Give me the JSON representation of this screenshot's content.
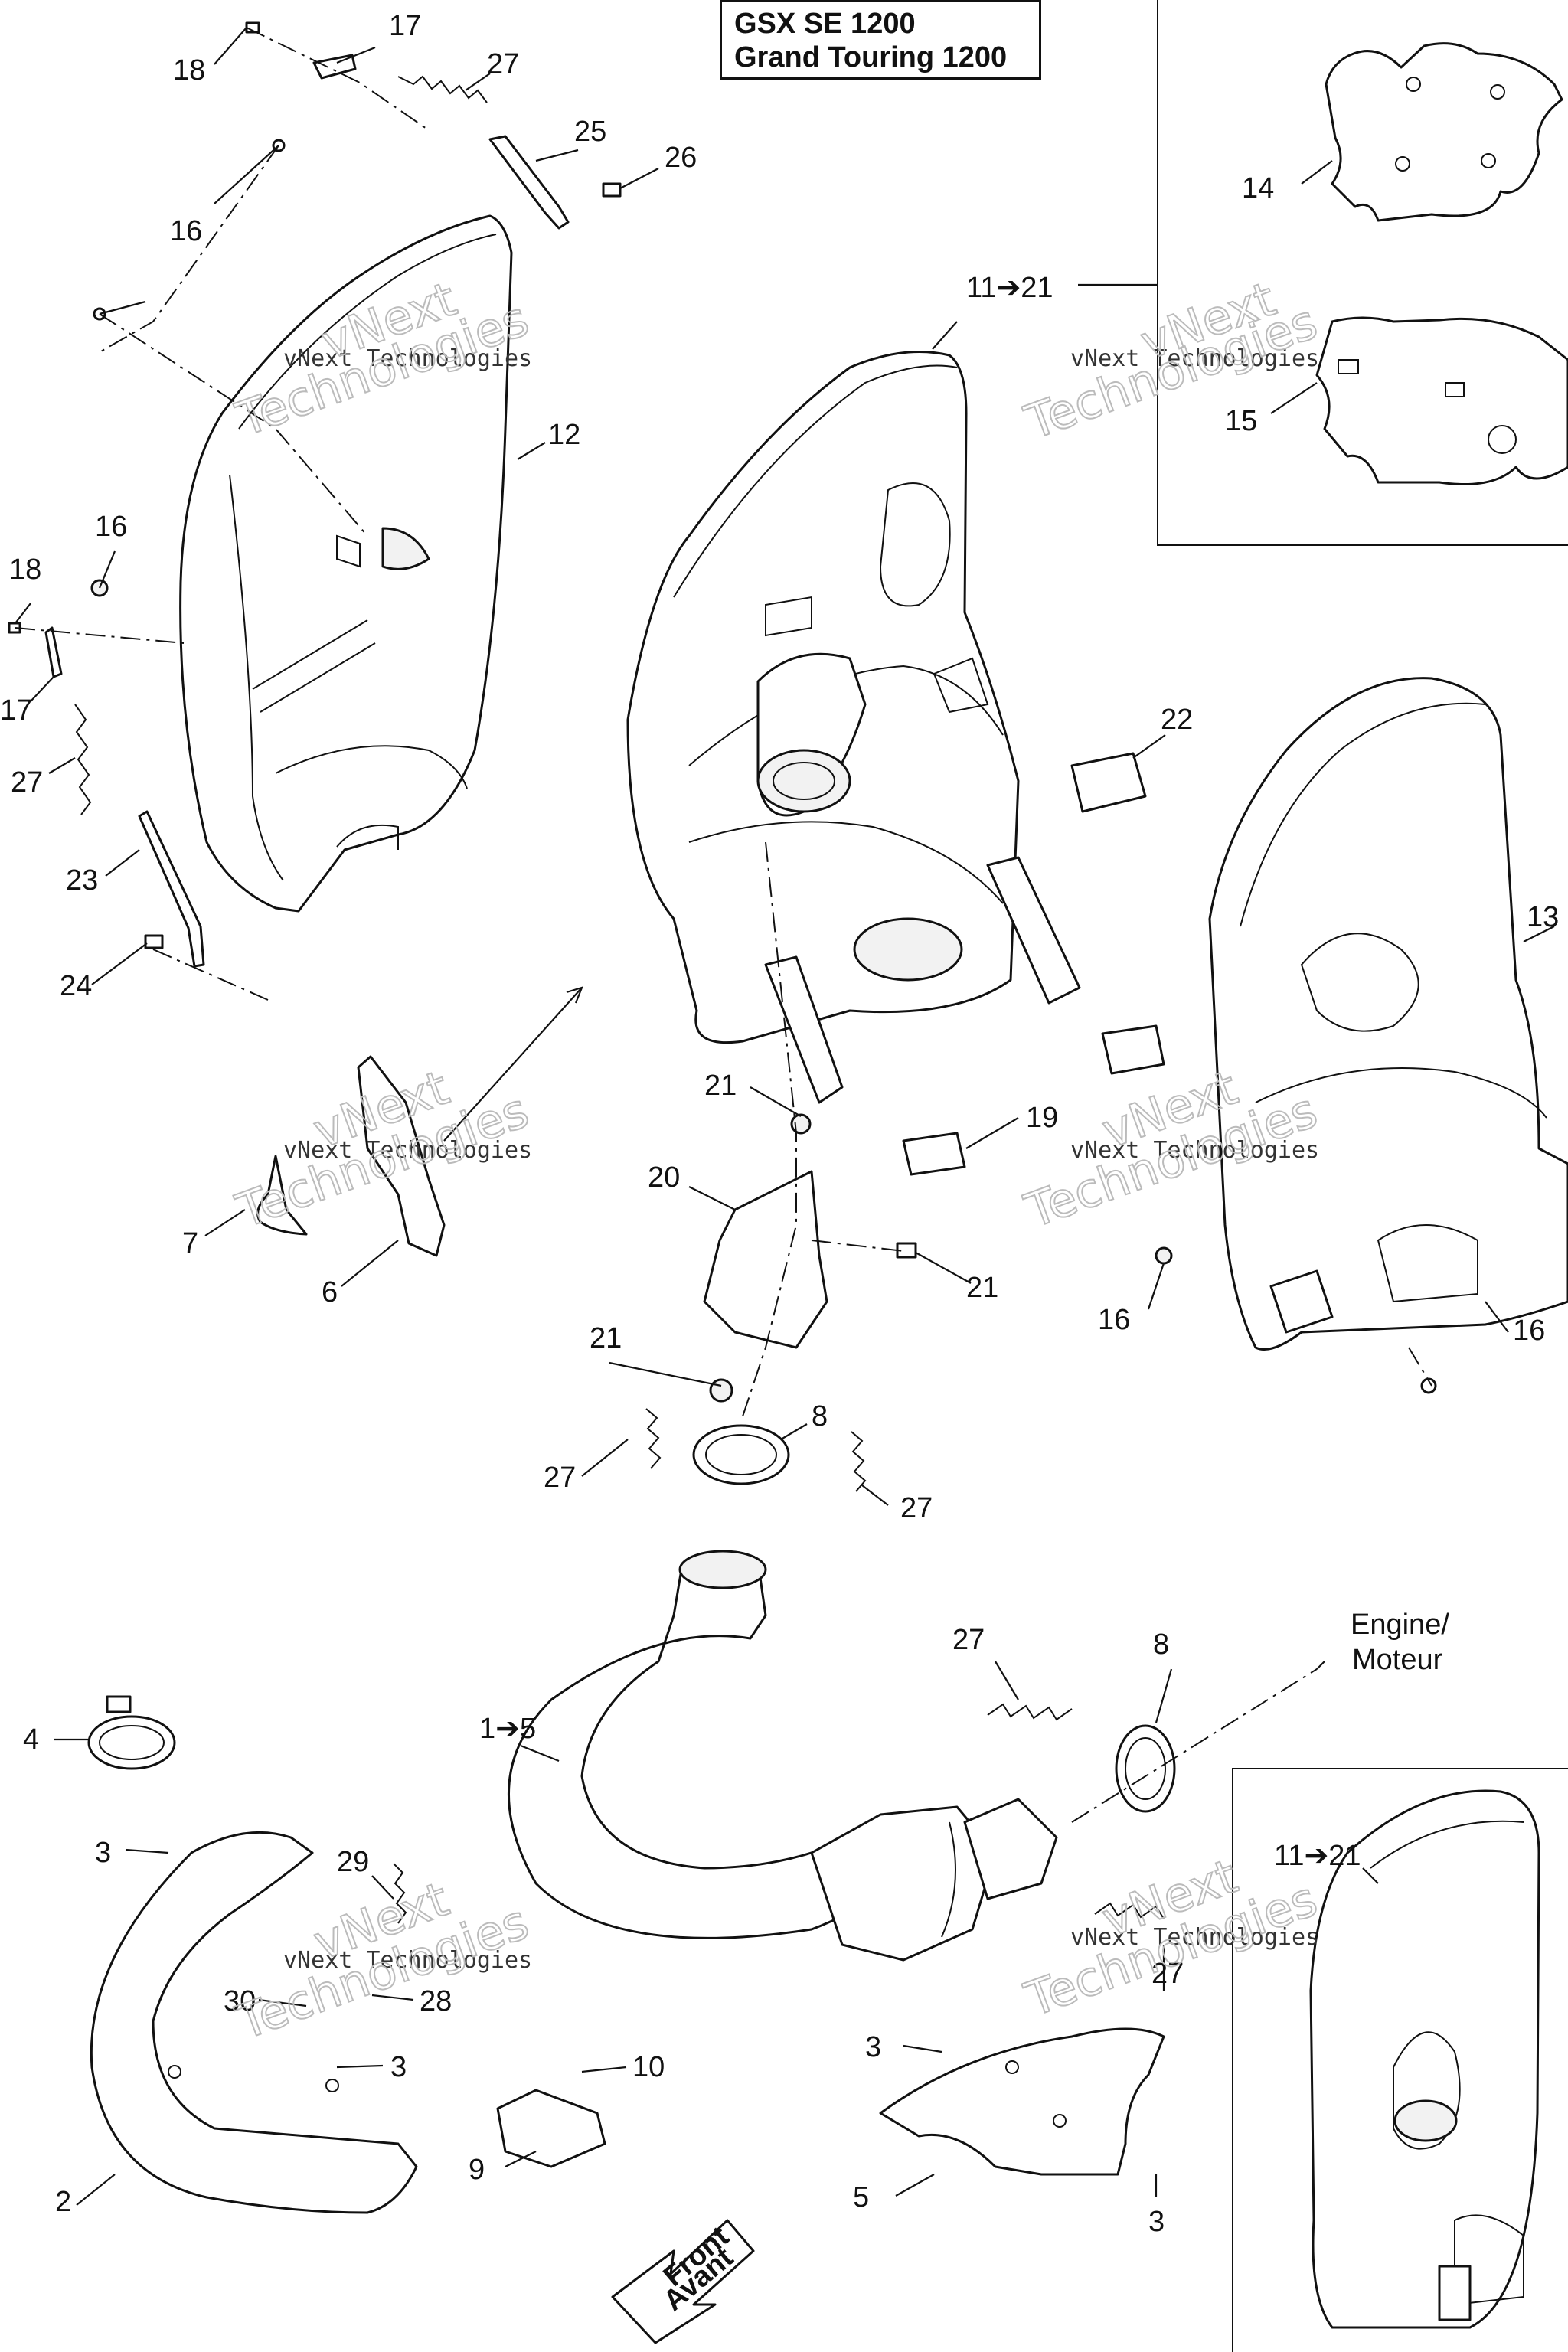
{
  "title": {
    "line1": "GSX SE 1200",
    "line2": "Grand Touring 1200"
  },
  "watermark": {
    "small": "vNext Technologies",
    "big1": "vNext",
    "big2": "Technologies"
  },
  "engine_label": {
    "line1": "Engine/",
    "line2": "Moteur"
  },
  "front_label": {
    "line1": "Front",
    "line2": "Avant"
  },
  "callouts": {
    "c17a": "17",
    "c18a": "18",
    "c27a": "27",
    "c25": "25",
    "c26": "26",
    "c16a": "16",
    "c12": "12",
    "c16b": "16",
    "c18b": "18",
    "c17b": "17",
    "c27b": "27",
    "c23": "23",
    "c24": "24",
    "c14": "14",
    "c15": "15",
    "c11_21a": "11➔21",
    "c22": "22",
    "c13": "13",
    "c21a": "21",
    "c19": "19",
    "c20": "20",
    "c21b": "21",
    "c7": "7",
    "c6": "6",
    "c16c": "16",
    "c16d": "16",
    "c21c": "21",
    "c8a": "8",
    "c27c": "27",
    "c27d": "27",
    "c27e": "27",
    "c8b": "8",
    "c4": "4",
    "c1_5": "1➔5",
    "c3a": "3",
    "c29": "29",
    "c30": "30",
    "c28": "28",
    "c3b": "3",
    "c10": "10",
    "c9": "9",
    "c2": "2",
    "c3c": "3",
    "c27f": "27",
    "c5": "5",
    "c3d": "3",
    "c11_21b": "11➔21"
  }
}
